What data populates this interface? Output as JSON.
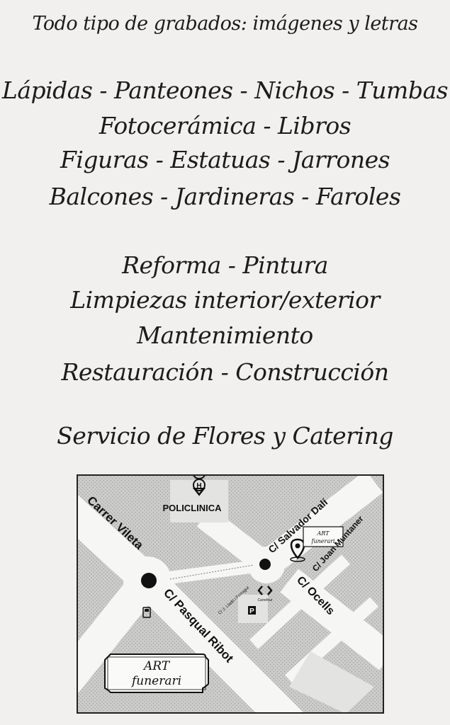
{
  "flyer": {
    "intro": "Todo tipo de grabados: imágenes y letras",
    "products": [
      "Lápidas - Panteones - Nichos - Tumbas",
      "Fotocerámica - Libros",
      "Figuras - Estatuas - Jarrones",
      "Balcones - Jardineras - Faroles"
    ],
    "services": [
      "Reforma - Pintura",
      "Limpiezas interior/exterior",
      "Mantenimiento",
      "Restauración - Construcción"
    ],
    "extra": "Servicio de Flores y Catering"
  },
  "map": {
    "policlinica": "POLICLINICA",
    "hospital_letter": "H",
    "parking_letter": "P",
    "carrefour": "Carrefour",
    "streets": {
      "vileta": "Carrer Vileta",
      "salvador_dali": "C/ Salvador Dalí",
      "joan_muntaner": "C/ Joan Muntaner",
      "ocells": "C/ Ocells",
      "pasqual_ribot": "C/ Pasqual Ribot",
      "lladó": "C/ J. Lladó i Ferragut"
    },
    "brand_small": {
      "line1": "ART",
      "line2": "funerari"
    },
    "brand_box": {
      "line1": "ART",
      "line2": "funerari"
    },
    "colors": {
      "road": "#f5f5f3",
      "block": "#cfcfcd",
      "ink": "#1a1a1a"
    }
  }
}
